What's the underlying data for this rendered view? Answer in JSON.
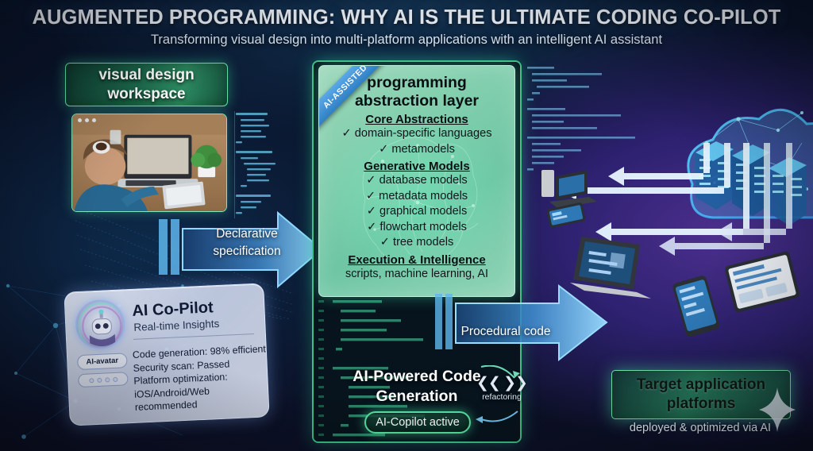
{
  "header": {
    "title": "AUGMENTED PROGRAMMING: WHY AI IS THE ULTIMATE CODING CO-PILOT",
    "subtitle": "Transforming visual design into multi-platform applications with an intelligent AI assistant"
  },
  "left": {
    "workspace_label_line1": "visual design",
    "workspace_label_line2": "workspace",
    "photo_alt": "developer-at-desk-photo",
    "window_dots_icon": "window-dots-icon"
  },
  "arrows": {
    "declarative_line1": "Declarative",
    "declarative_line2": "specification",
    "procedural": "Procedural code"
  },
  "copilot": {
    "avatar_icon": "ai-robot-avatar-icon",
    "title": "AI Co-Pilot",
    "subtitle": "Real-time Insights",
    "avatar_pill": "AI-avatar",
    "dots_icon": "status-dots-icon",
    "metrics": [
      "Code generation: 98% efficient",
      "Security scan: Passed",
      "Platform optimization:",
      "iOS/Android/Web recommended"
    ]
  },
  "center": {
    "ribbon": "AI-ASSISTED",
    "heading_line1": "programming",
    "heading_line2": "abstraction layer",
    "sections": [
      {
        "title": "Core Abstractions",
        "items": [
          "✓ domain-specific languages",
          "✓ metamodels"
        ]
      },
      {
        "title": "Generative Models",
        "items": [
          "✓ database models",
          "✓ metadata models",
          "✓ graphical models",
          "✓ flowchart models",
          "✓ tree models"
        ]
      },
      {
        "title": "Execution & Intelligence",
        "items": [
          "scripts, machine learning, AI"
        ]
      }
    ],
    "codegen_line1": "AI-Powered Code",
    "codegen_line2": "Generation",
    "codegen_pill": "AI-Copilot active",
    "refactor_chevrons": "❮❮ ❯❯",
    "refactor_label": "refactoring",
    "brain_icon": "neural-brain-icon"
  },
  "right": {
    "cloud_icon": "cloud-servers-icon",
    "devices_icon": "multi-device-network-icon",
    "target_line1": "Target application",
    "target_line2": "platforms",
    "target_sub": "deployed & optimized via AI",
    "sparkle_icon": "sparkle-icon"
  },
  "colors": {
    "background_navy": "#0a1228",
    "background_purple": "#3a2a7a",
    "accent_green": "#3fbf87",
    "panel_green": "#83cfae",
    "accent_cyan": "#5aa8e8",
    "arrow_blue": "#79c4ef",
    "text_white": "#ffffff"
  }
}
